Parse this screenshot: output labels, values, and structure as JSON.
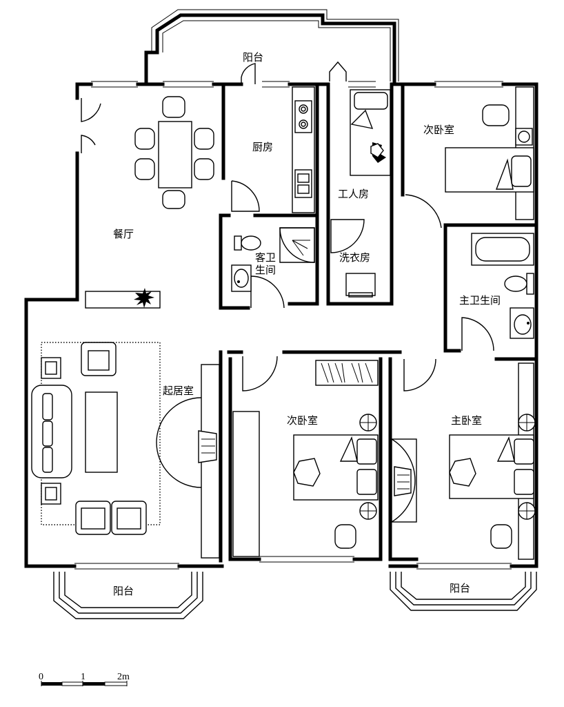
{
  "rooms": {
    "balcony_top": "阳台",
    "kitchen": "厨房",
    "maid_room": "工人房",
    "second_bedroom_ne": "次卧室",
    "dining": "餐厅",
    "guest_bath_1": "客卫",
    "guest_bath_2": "生间",
    "laundry": "洗衣房",
    "master_bath": "主卫生间",
    "living": "起居室",
    "second_bedroom_mid": "次卧室",
    "master_bedroom": "主卧室",
    "balcony_bl": "阳台",
    "balcony_br": "阳台"
  },
  "scale_bar": {
    "labels": [
      "0",
      "1",
      "2m"
    ]
  }
}
